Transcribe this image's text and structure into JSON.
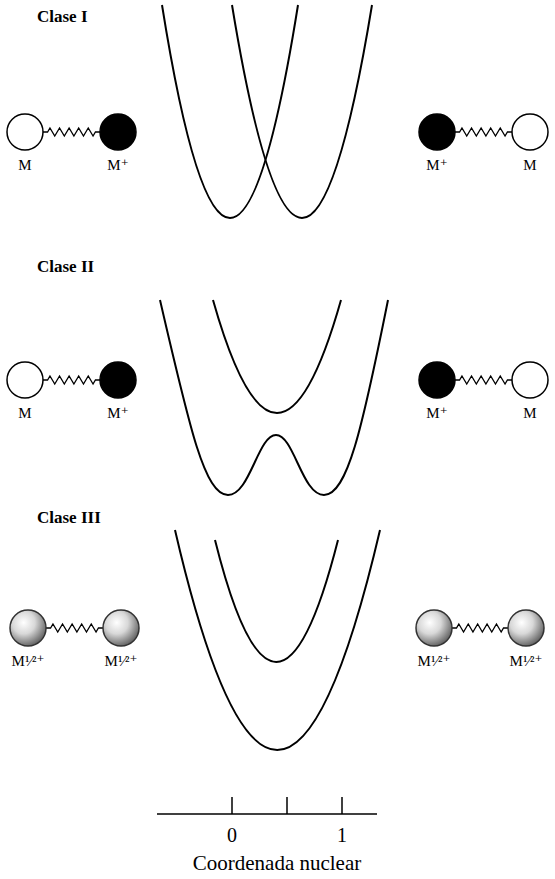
{
  "diagram": {
    "nodes": [
      {
        "text": [
          "M"
        ]
      },
      {
        "text": [
          "M⁺"
        ]
      },
      {
        "text": [
          "M⁺"
        ]
      },
      {
        "text": [
          "M"
        ]
      },
      {
        "text": [
          "M"
        ]
      },
      {
        "text": [
          "M⁺"
        ]
      },
      {
        "text": [
          "M⁺"
        ]
      },
      {
        "text": [
          "M"
        ]
      },
      {
        "text": [
          "M¹⁄²⁺"
        ]
      },
      {
        "text": [
          "M¹⁄²⁺"
        ]
      },
      {
        "text": [
          "M¹⁄²⁺"
        ]
      },
      {
        "text": [
          "M¹⁄²⁺"
        ]
      }
    ],
    "edges": [
      {
        "from": 0,
        "to": 1,
        "arrow": "none"
      },
      {
        "from": 2,
        "to": 3,
        "arrow": "none"
      },
      {
        "from": 4,
        "to": 5,
        "arrow": "none"
      },
      {
        "from": 6,
        "to": 7,
        "arrow": "none"
      },
      {
        "from": 8,
        "to": 9,
        "arrow": "none"
      },
      {
        "from": 10,
        "to": 11,
        "arrow": "none"
      }
    ],
    "labels": [
      "Clase I",
      "Clase II",
      "Clase III",
      "0",
      "1",
      "Coordenada nuclear"
    ]
  }
}
